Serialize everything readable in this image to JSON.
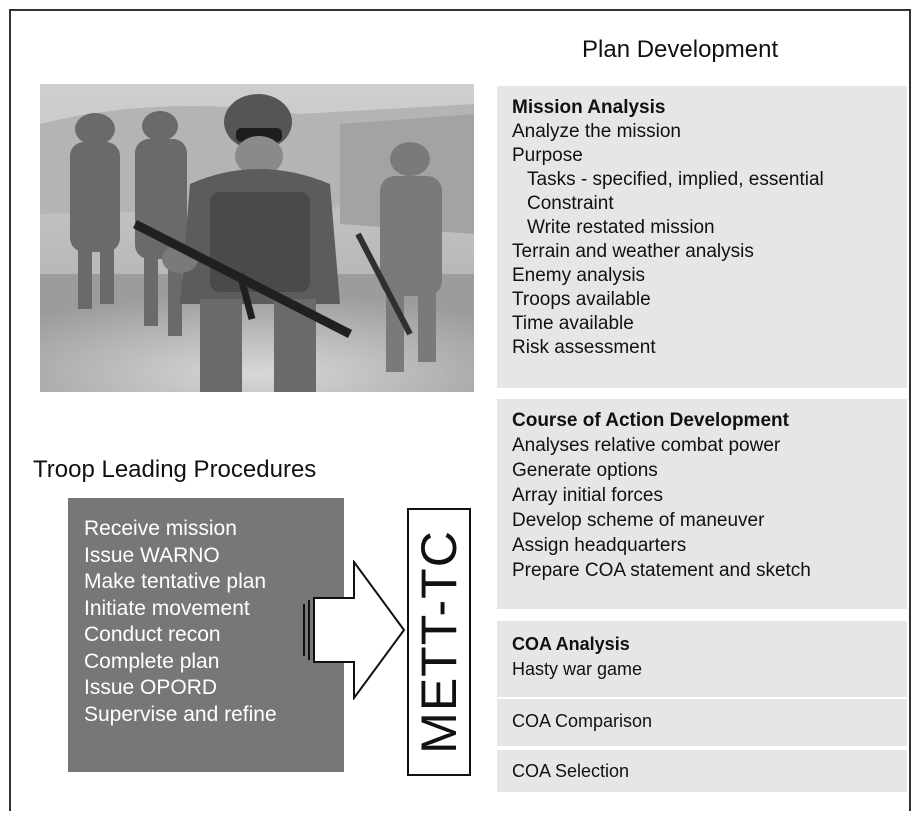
{
  "plan_development": {
    "title": "Plan Development",
    "mission_analysis": {
      "heading": "Mission Analysis",
      "items": [
        {
          "text": "Analyze the mission",
          "indent": false
        },
        {
          "text": "Purpose",
          "indent": false
        },
        {
          "text": "Tasks - specified, implied, essential",
          "indent": true
        },
        {
          "text": "Constraint",
          "indent": true
        },
        {
          "text": "Write restated mission",
          "indent": true
        },
        {
          "text": "Terrain and weather analysis",
          "indent": false
        },
        {
          "text": "Enemy analysis",
          "indent": false
        },
        {
          "text": "Troops available",
          "indent": false
        },
        {
          "text": "Time available",
          "indent": false
        },
        {
          "text": "Risk assessment",
          "indent": false
        }
      ]
    },
    "coa_development": {
      "heading": "Course of Action Development",
      "items": [
        "Analyses relative combat power",
        "Generate options",
        "Array initial forces",
        "Develop scheme of maneuver",
        "Assign headquarters",
        "Prepare COA statement and sketch"
      ]
    },
    "coa_analysis": {
      "heading": "COA Analysis",
      "items": [
        "Hasty war game"
      ]
    },
    "coa_comparison": "COA Comparison",
    "coa_selection": "COA Selection"
  },
  "troop_leading": {
    "title": "Troop Leading Procedures",
    "steps": [
      "Receive mission",
      "Issue WARNO",
      "Make tentative plan",
      "Initiate movement",
      "Conduct recon",
      "Complete plan",
      "Issue OPORD",
      "Supervise and refine"
    ]
  },
  "mett_tc": "METT-TC",
  "colors": {
    "panel_bg": "#e6e6e6",
    "tlp_box_bg": "#777777"
  }
}
